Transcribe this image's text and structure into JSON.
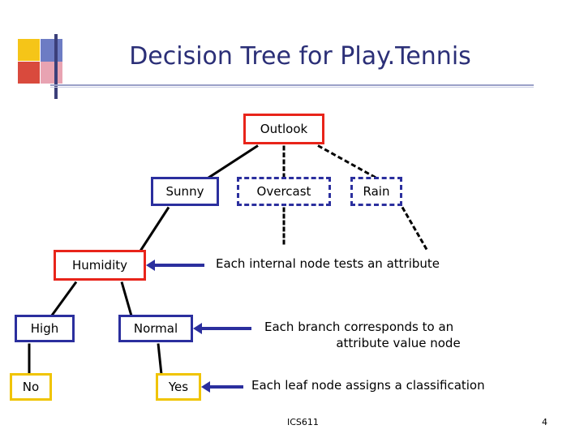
{
  "slide": {
    "title": "Decision Tree for Play.Tennis",
    "footer_label": "ICS611",
    "page_number": "4",
    "colors": {
      "title": "#2b2f77",
      "red": "#e8241a",
      "blue": "#2b2f9e",
      "yellow": "#f0c400",
      "rule": "#9aa0c8",
      "deco_yellow": "#f5c518",
      "deco_red": "#d94a3d",
      "deco_blue": "#5b6bbf",
      "deco_pink": "#e9a6b4"
    }
  },
  "nodes": [
    {
      "id": "outlook",
      "label": "Outlook",
      "style": "red"
    },
    {
      "id": "sunny",
      "label": "Sunny",
      "style": "blue"
    },
    {
      "id": "overcast",
      "label": "Overcast",
      "style": "dashed-blue"
    },
    {
      "id": "rain",
      "label": "Rain",
      "style": "dashed-blue"
    },
    {
      "id": "humidity",
      "label": "Humidity",
      "style": "red"
    },
    {
      "id": "high",
      "label": "High",
      "style": "blue"
    },
    {
      "id": "normal",
      "label": "Normal",
      "style": "blue"
    },
    {
      "id": "no",
      "label": "No",
      "style": "yellow"
    },
    {
      "id": "yes",
      "label": "Yes",
      "style": "yellow"
    }
  ],
  "annotations": [
    {
      "id": "internal-node",
      "text": "Each internal node tests an attribute"
    },
    {
      "id": "branch-line1",
      "text": "Each branch corresponds to an"
    },
    {
      "id": "branch-line2",
      "text": "attribute value node"
    },
    {
      "id": "leaf-node",
      "text": "Each leaf node assigns a classification"
    }
  ]
}
